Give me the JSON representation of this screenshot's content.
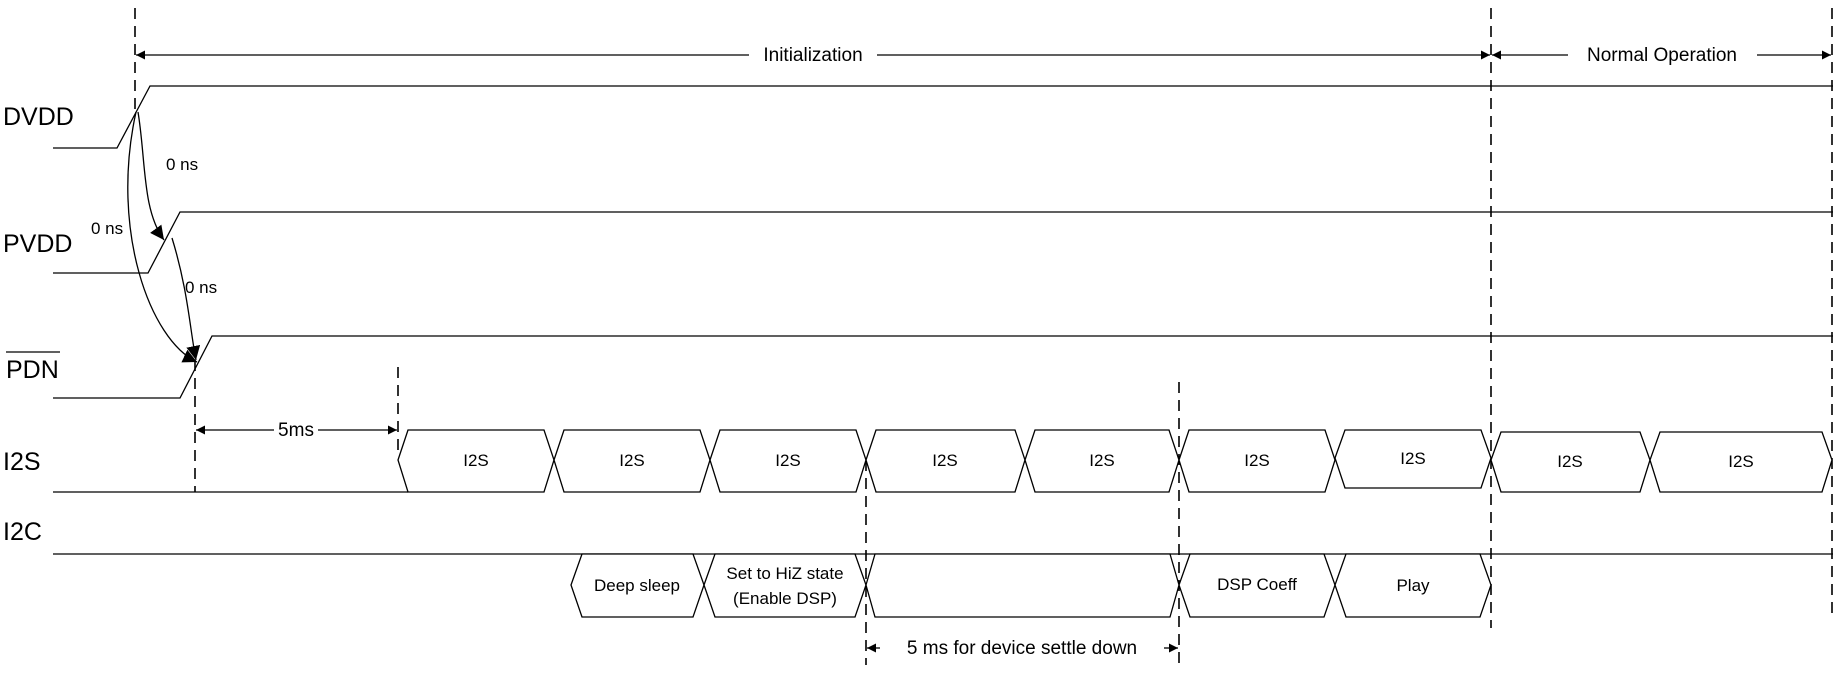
{
  "phases": {
    "initialization": "Initialization",
    "normal_operation": "Normal Operation"
  },
  "signals": {
    "dvdd": "DVDD",
    "pvdd": "PVDD",
    "pdn": "PDN",
    "i2s": "I2S",
    "i2c": "I2C"
  },
  "delays": {
    "dvdd_to_pvdd": "0 ns",
    "dvdd_to_pdn": "0 ns",
    "pvdd_to_pdn": "0 ns"
  },
  "intervals": {
    "pdn_to_i2s": "5ms",
    "settle": "5 ms for device settle down"
  },
  "i2s_cells": [
    "I2S",
    "I2S",
    "I2S",
    "I2S",
    "I2S",
    "I2S",
    "I2S",
    "I2S",
    "I2S"
  ],
  "i2c_cells": {
    "deep_sleep": "Deep sleep",
    "hiz_line1": "Set to HiZ state",
    "hiz_line2": "(Enable DSP)",
    "empty": "",
    "dsp_coeff": "DSP Coeff",
    "play": "Play"
  }
}
